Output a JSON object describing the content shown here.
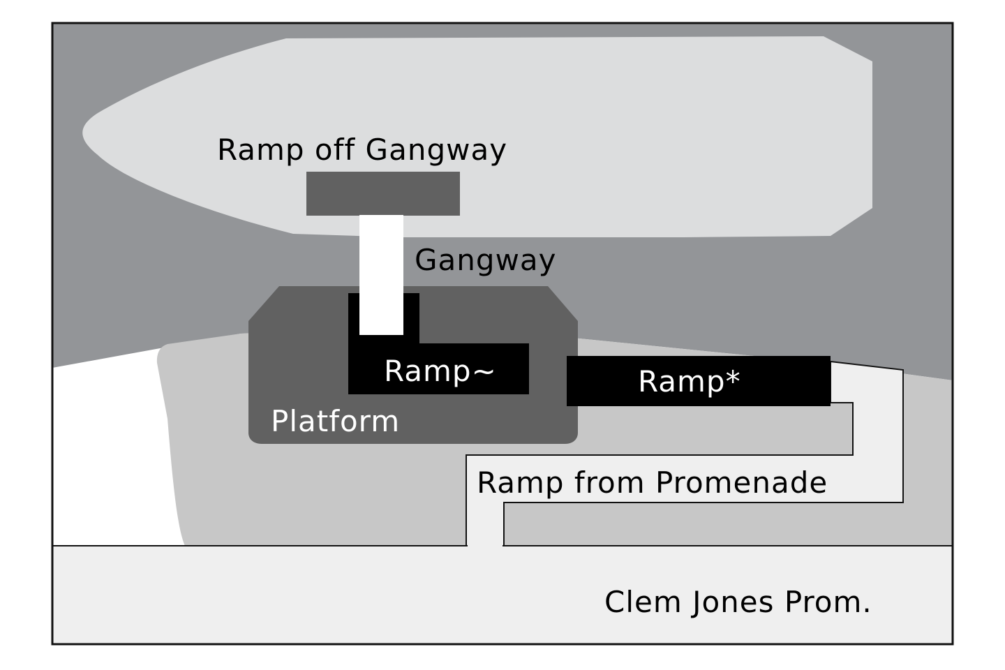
{
  "labels": {
    "ramp_off_gangway": "Ramp off Gangway",
    "gangway": "Gangway",
    "ramp_tilde": "Ramp~",
    "ramp_star": "Ramp*",
    "platform": "Platform",
    "ramp_from_promenade": "Ramp from Promenade",
    "promenade": "Clem Jones Prom."
  },
  "colors": {
    "water": "#939598",
    "ship": "#dcddde",
    "platform": "#616161",
    "ramp": "#000000",
    "gangway": "#ffffff",
    "land": "#c7c7c7",
    "promenade": "#efefef",
    "shore": "#ffffff",
    "border": "#111111",
    "text_dark": "#000000",
    "text_light": "#ffffff"
  }
}
